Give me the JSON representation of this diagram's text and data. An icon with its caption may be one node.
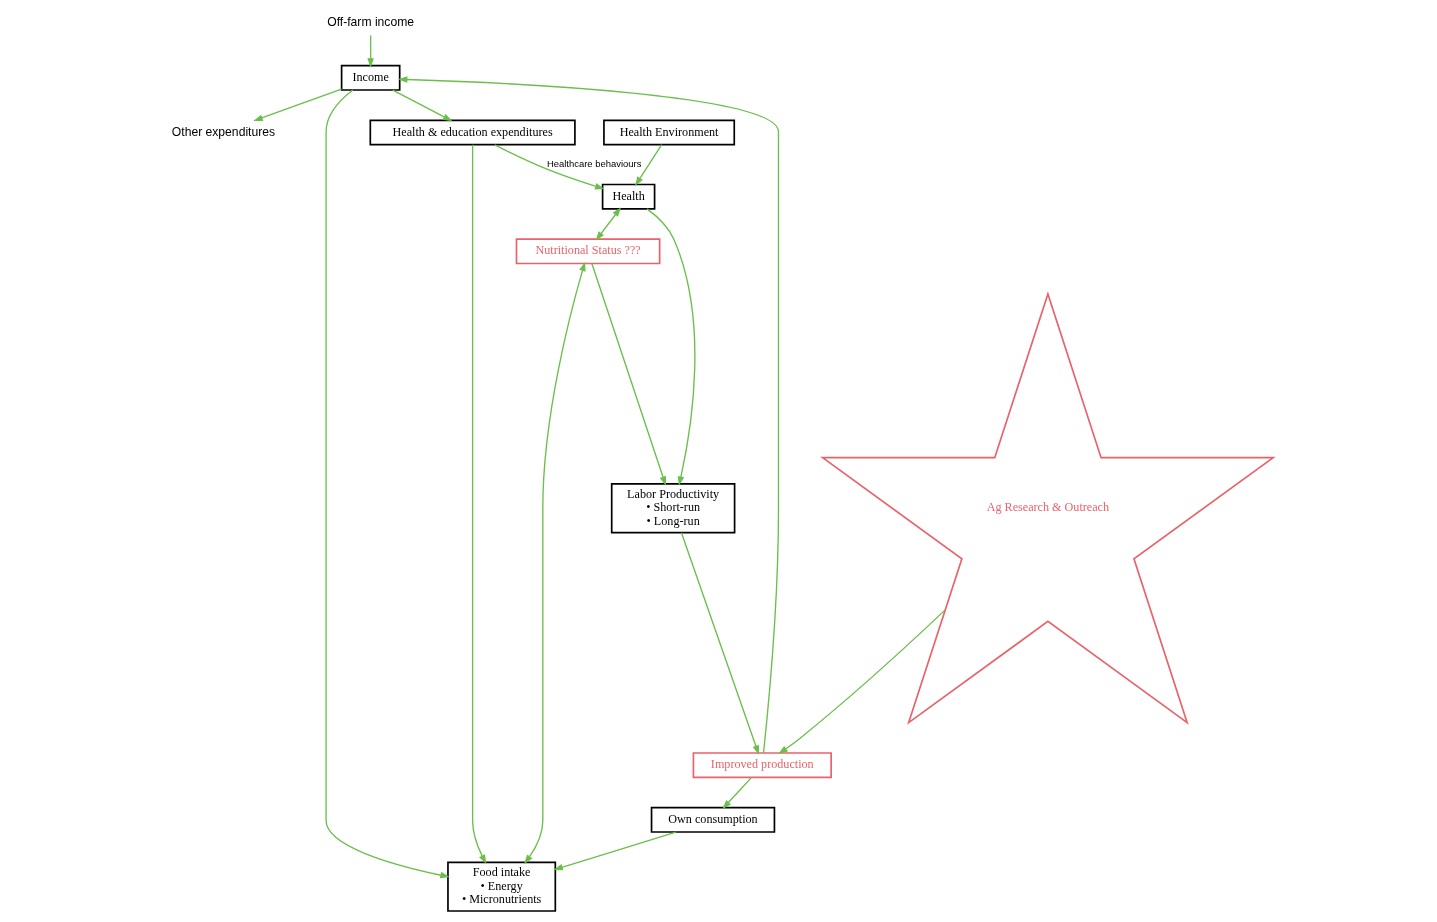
{
  "diagram": {
    "nodes": [
      {
        "text": [
          "Other expenditures"
        ]
      },
      {
        "text": [
          "Health Environment"
        ]
      },
      {
        "text": [
          "Off-farm income"
        ]
      },
      {
        "text": [
          "Health & education expenditures"
        ]
      },
      {
        "text": [
          "Income"
        ]
      },
      {
        "text": [
          "Health"
        ]
      },
      {
        "text": [
          "Food intake",
          "• Energy",
          "• Micronutrients"
        ]
      },
      {
        "text": [
          "Nutritional Status ???"
        ]
      },
      {
        "text": [
          "Improved production"
        ]
      },
      {
        "text": [
          "Own consumption"
        ]
      },
      {
        "text": [
          "Labor Productivity",
          "• Short-run",
          "• Long-run"
        ]
      },
      {
        "text": [
          "Ag Research & Outreach"
        ]
      }
    ],
    "edges": [
      {
        "from": 2,
        "to": 4,
        "arrow": "to"
      },
      {
        "from": 4,
        "to": 0,
        "arrow": "to"
      },
      {
        "from": 4,
        "to": 3,
        "arrow": "to"
      },
      {
        "from": 3,
        "to": 5,
        "arrow": "to",
        "label": "Healthcare behaviours"
      },
      {
        "from": 1,
        "to": 5,
        "arrow": "to"
      },
      {
        "from": 4,
        "to": 6,
        "arrow": "to"
      },
      {
        "from": 3,
        "to": 6,
        "arrow": "to"
      },
      {
        "from": 6,
        "to": 7,
        "arrow": "both"
      },
      {
        "from": 5,
        "to": 7,
        "arrow": "both"
      },
      {
        "from": 8,
        "to": 4,
        "arrow": "to"
      },
      {
        "from": 8,
        "to": 9,
        "arrow": "to"
      },
      {
        "from": 9,
        "to": 6,
        "arrow": "to"
      },
      {
        "from": 11,
        "to": 8,
        "arrow": "to"
      },
      {
        "from": 10,
        "to": 8,
        "arrow": "to"
      },
      {
        "from": 5,
        "to": 10,
        "arrow": "to"
      },
      {
        "from": 7,
        "to": 10,
        "arrow": "to"
      }
    ]
  }
}
